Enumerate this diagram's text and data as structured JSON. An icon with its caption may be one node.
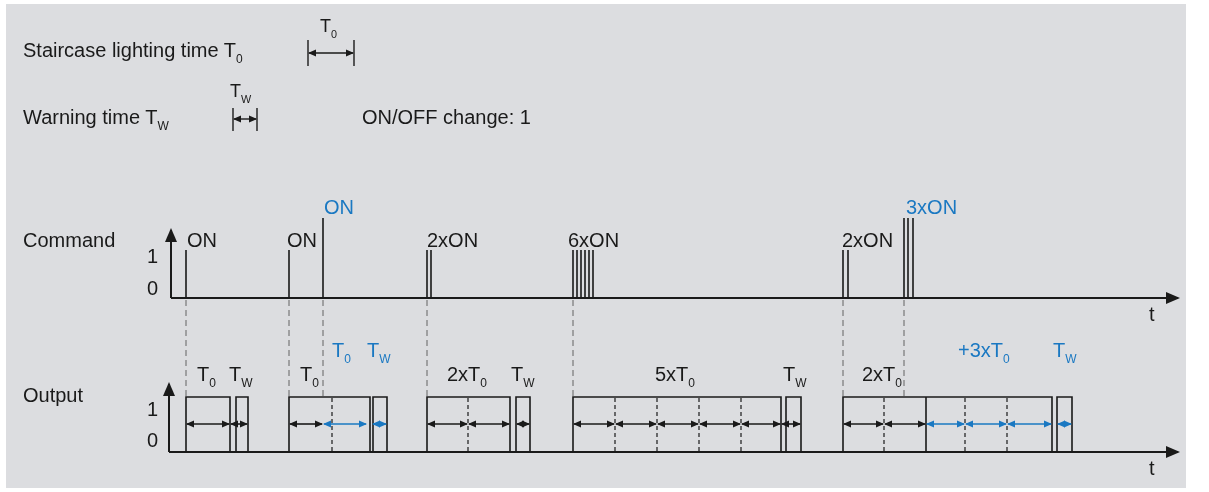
{
  "diagram": {
    "labels": [
      "Staircase lighting time T$_{0}$",
      "T$_{0}$",
      "T$_{W}$",
      "Warning time T$_{W}$",
      "ON/OFF change: 1",
      "ON",
      "Command",
      "ON",
      "ON",
      "2xON",
      "6xON",
      "2xON",
      "3xON",
      "1",
      "0",
      "t",
      "T$_{0}$",
      "T$_{W}$",
      "Output",
      "T$_{0}$",
      "T$_{W}$",
      "T$_{0}$",
      "2xT$_{0}$",
      "T$_{W}$",
      "5xT$_{0}$",
      "T$_{W}$",
      "2xT$_{0}$",
      "+3xT$_{0}$",
      "T$_{W}$",
      "1",
      "0",
      "t"
    ]
  }
}
